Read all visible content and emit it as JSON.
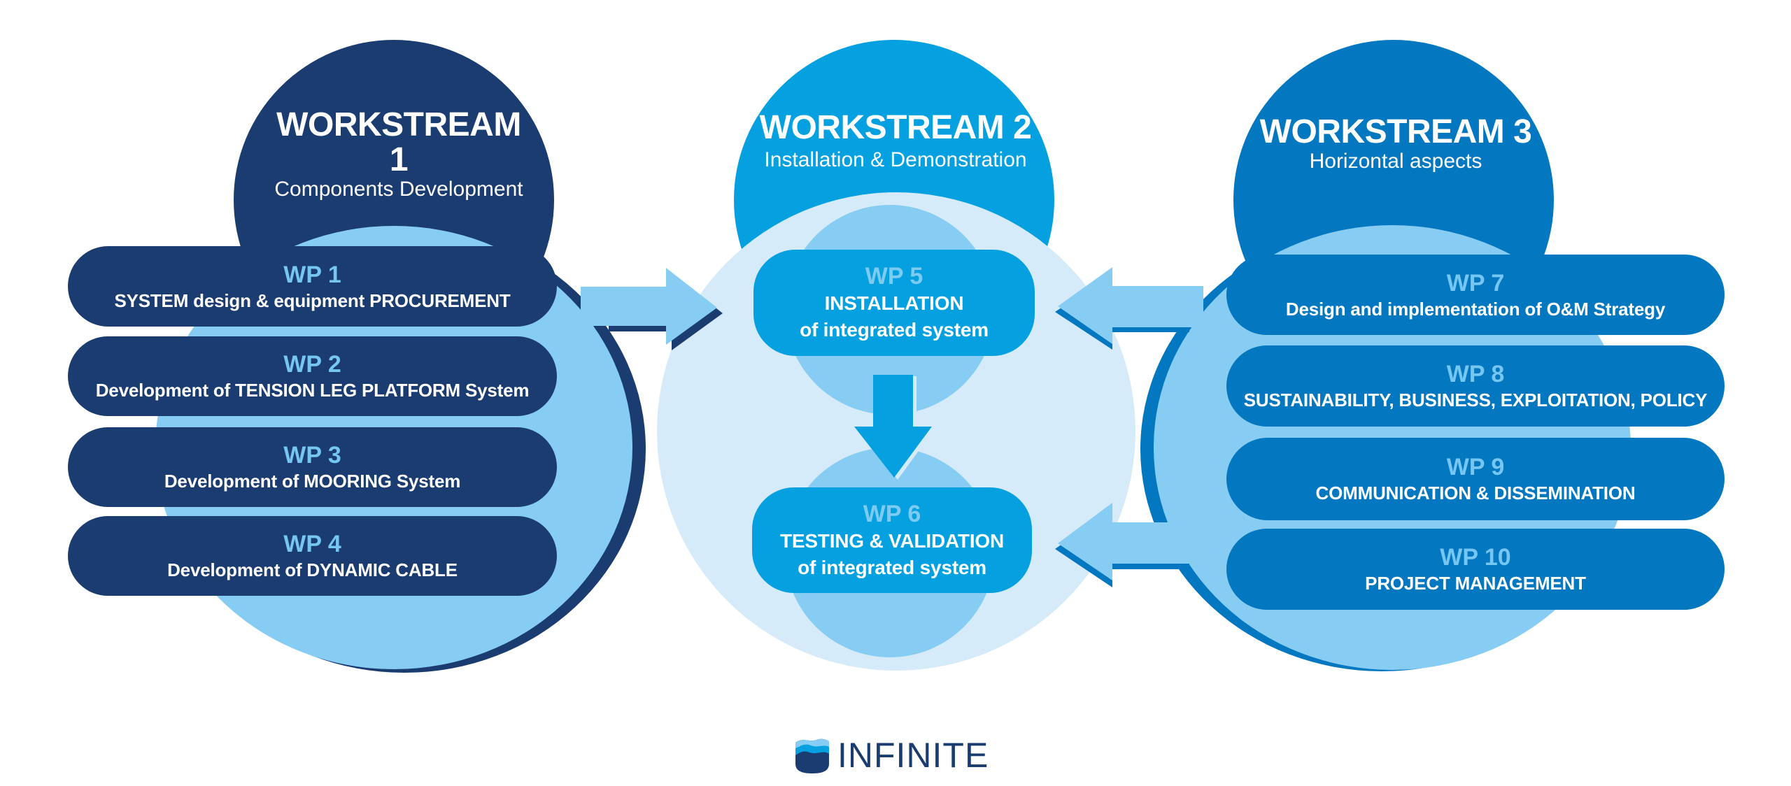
{
  "colors": {
    "ws1_dark": "#1a3c70",
    "ws2_blue": "#04a0e0",
    "ws3_blue": "#0377c0",
    "light_blue": "#87cdf3",
    "pale_blue": "#d5ebfa",
    "wp_label_blue": "#76c6f2"
  },
  "workstreams": [
    {
      "title": "WORKSTREAM 1",
      "subtitle": "Components Development",
      "work_packages": [
        {
          "label": "WP 1",
          "text": "SYSTEM design & equipment PROCUREMENT"
        },
        {
          "label": "WP 2",
          "text": "Development of TENSION LEG PLATFORM System"
        },
        {
          "label": "WP 3",
          "text": "Development of MOORING System"
        },
        {
          "label": "WP 4",
          "text": "Development of DYNAMIC CABLE"
        }
      ]
    },
    {
      "title": "WORKSTREAM 2",
      "subtitle": "Installation & Demonstration",
      "work_packages": [
        {
          "label": "WP 5",
          "line1": "INSTALLATION",
          "line2": "of integrated system"
        },
        {
          "label": "WP 6",
          "line1": "TESTING & VALIDATION",
          "line2": "of integrated system"
        }
      ]
    },
    {
      "title": "WORKSTREAM 3",
      "subtitle": "Horizontal aspects",
      "work_packages": [
        {
          "label": "WP 7",
          "text": "Design and implementation of O&M Strategy"
        },
        {
          "label": "WP 8",
          "text": "SUSTAINABILITY, BUSINESS, EXPLOITATION, POLICY"
        },
        {
          "label": "WP 9",
          "text": "COMMUNICATION & DISSEMINATION"
        },
        {
          "label": "WP 10",
          "text": "PROJECT MANAGEMENT"
        }
      ]
    }
  ],
  "arrows": [
    {
      "from": "WORKSTREAM 1",
      "to": "WP 5",
      "direction": "right"
    },
    {
      "from": "WORKSTREAM 3",
      "to": "WP 5",
      "direction": "left"
    },
    {
      "from": "WORKSTREAM 3",
      "to": "WP 6",
      "direction": "left"
    },
    {
      "from": "WP 5",
      "to": "WP 6",
      "direction": "down"
    }
  ],
  "logo": {
    "text": "INFINITE",
    "icon": "wave-shield-icon"
  }
}
